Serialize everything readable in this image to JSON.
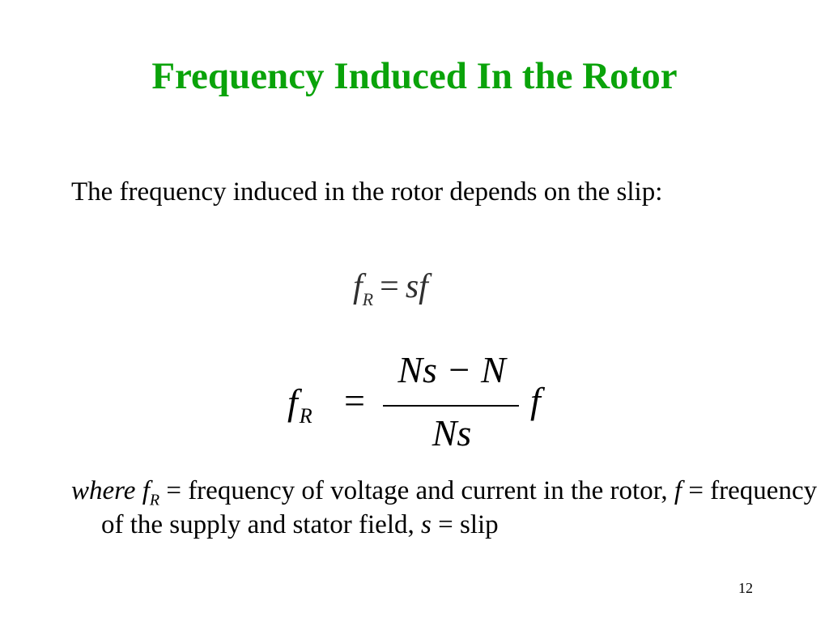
{
  "slide": {
    "title": "Frequency Induced In the Rotor",
    "intro": "The frequency induced in the rotor depends on the slip:",
    "page_number": "12"
  },
  "equation1": {
    "lhs": "f",
    "lhs_sub": "R",
    "equals": "=",
    "rhs": "sf"
  },
  "equation2": {
    "lhs": "f",
    "lhs_sub": "R",
    "equals": "=",
    "numerator": "Ns − N",
    "denominator": "Ns",
    "rhs": "f"
  },
  "definitions": {
    "where": "where",
    "fR_symbol": "f",
    "fR_sub": "R",
    "fR_desc": " = frequency of voltage and current in the rotor, ",
    "f_symbol": "f",
    "f_desc": " = frequency of the supply and stator field, ",
    "s_symbol": "s",
    "s_desc": " = slip"
  },
  "colors": {
    "title": "#0aa30a",
    "text": "#000000",
    "background": "#ffffff"
  }
}
